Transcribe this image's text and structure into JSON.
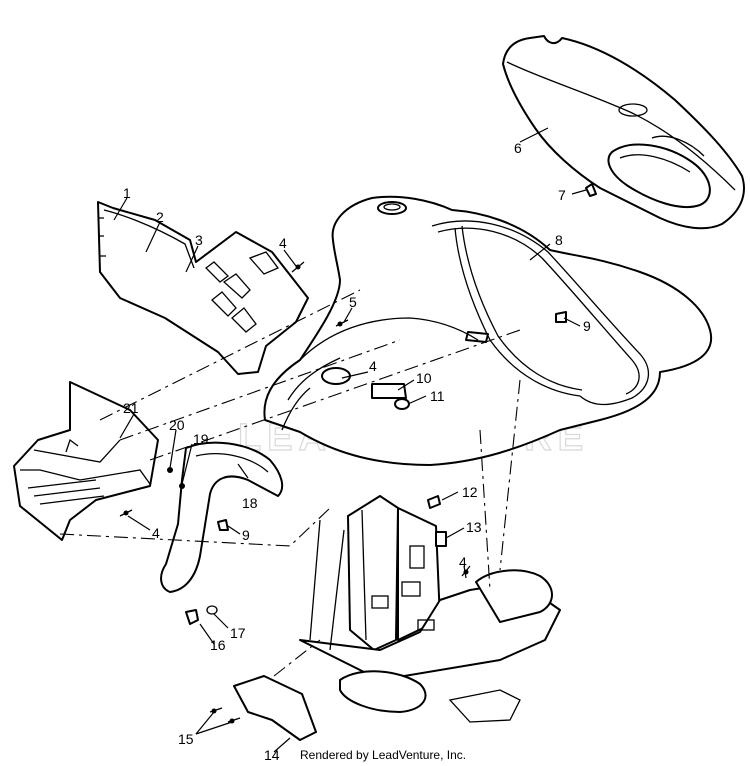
{
  "watermark": "LEADVENTURE",
  "credit": "Rendered by LeadVenture, Inc.",
  "callouts": [
    {
      "id": "c1",
      "text": "1"
    },
    {
      "id": "c2",
      "text": "2"
    },
    {
      "id": "c3",
      "text": "3"
    },
    {
      "id": "c4a",
      "text": "4"
    },
    {
      "id": "c5",
      "text": "5"
    },
    {
      "id": "c4b",
      "text": "4"
    },
    {
      "id": "c6",
      "text": "6"
    },
    {
      "id": "c7",
      "text": "7"
    },
    {
      "id": "c8",
      "text": "8"
    },
    {
      "id": "c9a",
      "text": "9"
    },
    {
      "id": "c10",
      "text": "10"
    },
    {
      "id": "c11",
      "text": "11"
    },
    {
      "id": "c12",
      "text": "12"
    },
    {
      "id": "c13",
      "text": "13"
    },
    {
      "id": "c4c",
      "text": "4"
    },
    {
      "id": "c21",
      "text": "21"
    },
    {
      "id": "c19",
      "text": "19"
    },
    {
      "id": "c20",
      "text": "20"
    },
    {
      "id": "c18",
      "text": "18"
    },
    {
      "id": "c9b",
      "text": "9"
    },
    {
      "id": "c4d",
      "text": "4"
    },
    {
      "id": "c17",
      "text": "17"
    },
    {
      "id": "c16",
      "text": "16"
    },
    {
      "id": "c15",
      "text": "15"
    },
    {
      "id": "c14",
      "text": "14"
    }
  ]
}
